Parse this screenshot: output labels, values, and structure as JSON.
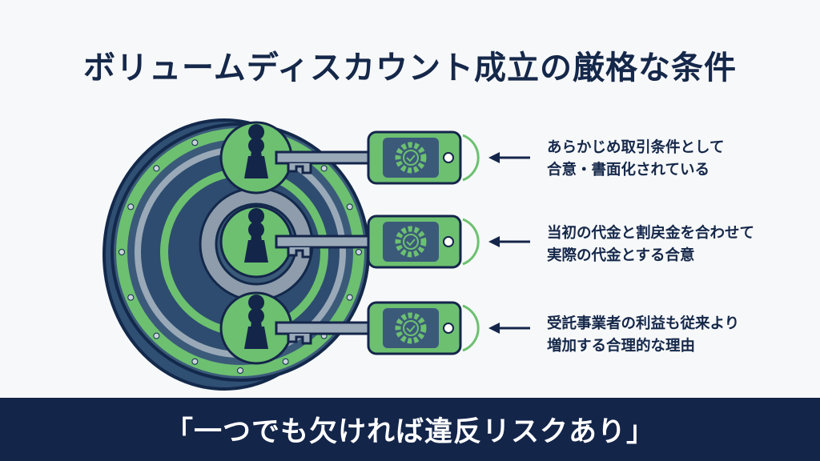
{
  "title": "ボリュームディスカウント成立の厳格な条件",
  "conditions": [
    {
      "line1": "あらかじめ取引条件として",
      "line2": "合意・書面化されている"
    },
    {
      "line1": "当初の代金と割戻金を合わせて",
      "line2": "実際の代金とする合意"
    },
    {
      "line1": "受託事業者の利益も従来より",
      "line2": "増加する合理的な理由"
    }
  ],
  "footer": "「一つでも欠ければ違反リスクあり」",
  "colors": {
    "navy": "#14254a",
    "green": "#6cc070",
    "steel": "#3b5a7a"
  }
}
